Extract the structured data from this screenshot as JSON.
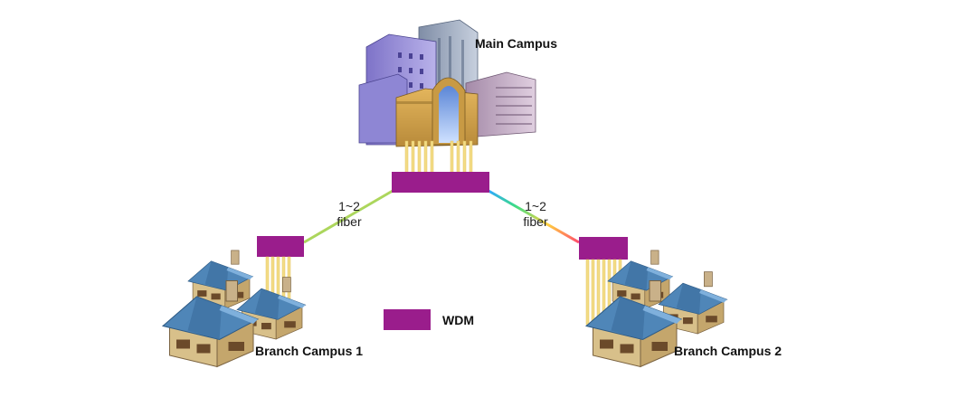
{
  "labels": {
    "main_campus": "Main Campus",
    "branch_1": "Branch Campus 1",
    "branch_2": "Branch Campus 2",
    "fiber_left_count": "1~2",
    "fiber_left_word": "fiber",
    "fiber_right_count": "1~2",
    "fiber_right_word": "fiber",
    "legend": "WDM"
  },
  "colors": {
    "wdm": "#9a1d8c",
    "fiber_strand": "#f3dc86",
    "roof": "#4f86b8",
    "wall": "#d8c08a"
  },
  "icons": [
    "city-buildings-icon",
    "house-icon"
  ]
}
